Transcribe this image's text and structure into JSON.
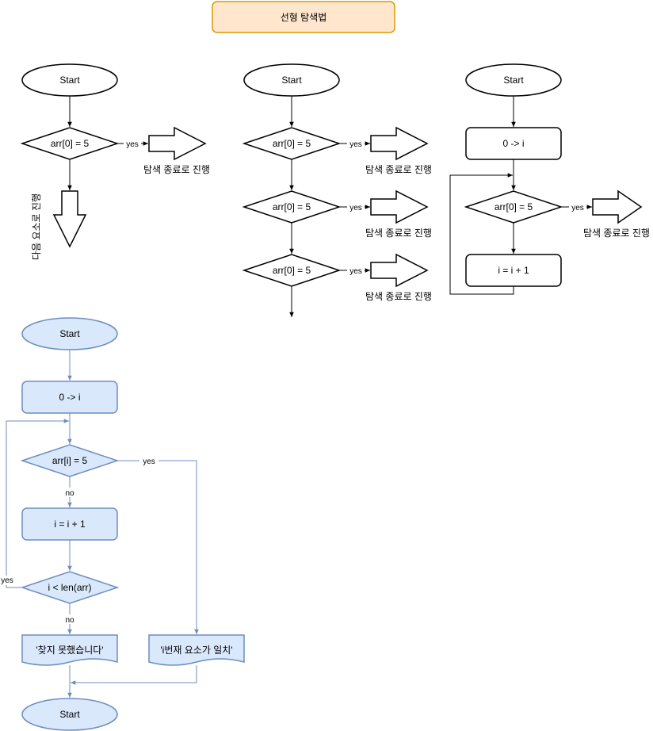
{
  "title": "선형 탐색법",
  "colors": {
    "title_fill": "#ffe6cc",
    "title_stroke": "#d79b00",
    "blue_fill": "#dae8fc",
    "blue_stroke": "#6c8ebf",
    "black": "#000000"
  },
  "diagram1": {
    "start": "Start",
    "decision": "arr[0] = 5",
    "yes": "yes",
    "right_note": "탐색 종료로 진행",
    "down_note": "다음 요소로 진행"
  },
  "diagram2": {
    "start": "Start",
    "decisions": [
      "arr[0] = 5",
      "arr[0] = 5",
      "arr[0] = 5"
    ],
    "yes": "yes",
    "notes": [
      "탐색 종료로 진행",
      "탐색 종료로 진행",
      "탐색 종료로 진행"
    ]
  },
  "diagram3": {
    "start": "Start",
    "init": "0 -> i",
    "decision": "arr[0] = 5",
    "yes": "yes",
    "note": "탐색 종료로 진행",
    "increment": "i = i + 1"
  },
  "diagram4": {
    "start": "Start",
    "init": "0 -> i",
    "decision": "arr[i] = 5",
    "yes": "yes",
    "no": "no",
    "increment": "i = i + 1",
    "loop_check": "i < len(arr)",
    "loop_yes": "yes",
    "loop_no": "no",
    "not_found": "'찾지 못했습니다'",
    "found": "'i번재 요소가 일치'",
    "end": "Start"
  }
}
